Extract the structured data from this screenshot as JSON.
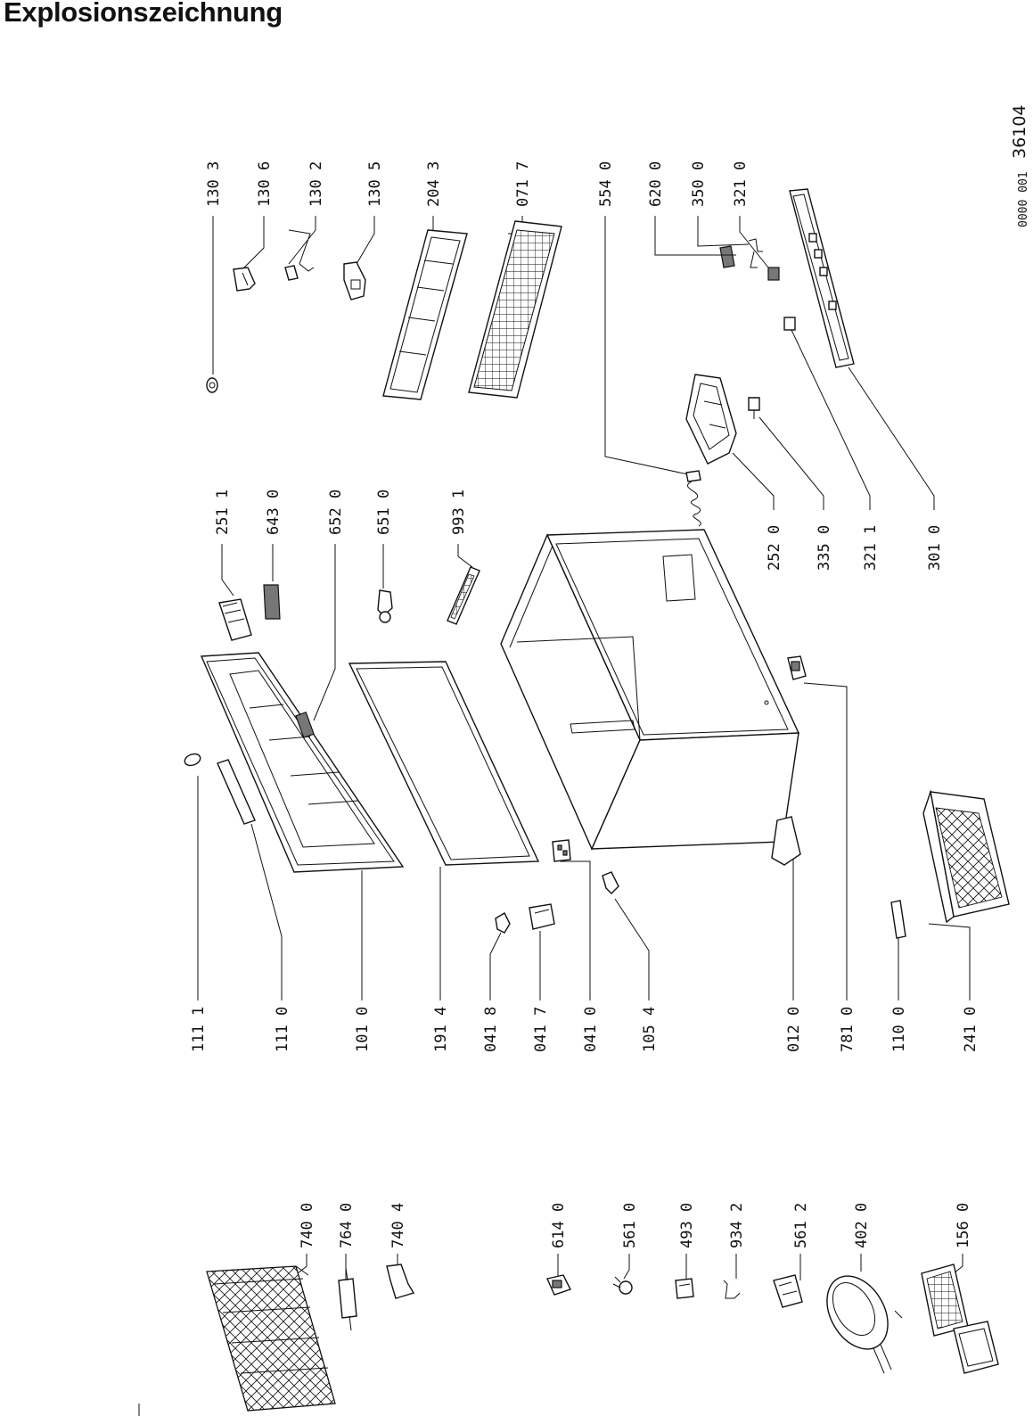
{
  "title": "Explosionszeichnung",
  "document": {
    "code": "0000 001",
    "number": "36104"
  },
  "labels": {
    "top": [
      "130 3",
      "130 6",
      "130 2",
      "130 5",
      "204 3",
      "071 7",
      "554 0",
      "620 0",
      "350 0",
      "321 0"
    ],
    "mid_upper": [
      "251 1",
      "643 0",
      "652 0",
      "651 0",
      "993 1"
    ],
    "mid_right": [
      "252 0",
      "335 0",
      "321 1",
      "301 0"
    ],
    "mid_lower": [
      "111 1",
      "111 0",
      "101 0",
      "191 4",
      "041 8",
      "041 7",
      "041 0",
      "105 4",
      "012 0",
      "781 0",
      "110 0",
      "241 0"
    ],
    "bottom": [
      "740 0",
      "764 0",
      "740 4",
      "614 0",
      "561 0",
      "493 0",
      "934 2",
      "561 2",
      "402 0",
      "156 0"
    ]
  }
}
